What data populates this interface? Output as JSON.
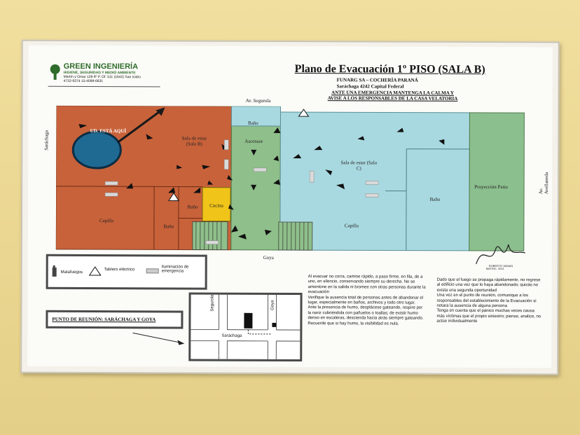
{
  "header": {
    "company": "GREEN INGENIERÍA",
    "company_sub": "HIGIENE, SEGURIDAD Y MEDIO AMBIENTE",
    "company_addr": "Martín y Omar 129  8º P. Of. 511  (1642) San Isidro",
    "company_phone": "4732-9374        15-4099-6631",
    "title": "Plano de Evacuación 1º PISO (SALA B)",
    "subtitle1": "FUNARG SA – COCHERÍA PARANÁ",
    "subtitle2": "Saráchaga 4242        Capital Federal",
    "warning1": "ANTE UNA EMERGENCIA MANTENGA LA CALMA Y",
    "warning2": "AVISE A LOS RESPONSABLES DE LA CASA VELATORIA"
  },
  "map": {
    "street_top": "Av. Segurola",
    "street_left": "Saráchaga",
    "street_right": "Av. Avellaneda",
    "street_bottom": "Goya",
    "you_are_here": "UD. ESTÁ AQUÍ",
    "rooms": {
      "sala_b": "Sala de estar (Sala B)",
      "capilla_left": "Capilla",
      "bano1": "Baño",
      "bano2": "Baño",
      "cocina": "Cocina",
      "bano_top": "Baño",
      "ascensor": "Ascensor",
      "sala_c": "Sala de estar (Sala C)",
      "capilla_right": "Capilla",
      "bano_right": "Baño",
      "proyeccion": "Proyección Patio"
    },
    "colors": {
      "orange": "#c8623a",
      "green": "#8fbf8a",
      "blue": "#a9d9e0",
      "yellow": "#f0c419",
      "patio": "#8cbf8e"
    }
  },
  "legend": {
    "matafuegos": "Matafuegos",
    "tablero": "Tablero eléctrico",
    "iluminacion": "Iluminación de emergencia"
  },
  "meeting": {
    "label": "PUNTO DE REUNIÓN: SARÁCHAGA Y GOYA",
    "street_segurola": "Segurola",
    "street_goya": "Goya",
    "street_sarachaga": "Saráchaga"
  },
  "instructions_left": [
    "Al evacuar no corra, camine rápido, a paso firme, en fila, de a uno, en silencio, conservando siempre su derecha. No se amontone en la salida ni bromee con otras personas durante la evacuación",
    "Verifique la ausencia total de personas antes de abandonar el lugar, especialmente en baños, archivos y todo otro lugar.",
    "Ante la presencia de humo, desplácese gateando, respire por la nariz cubriéndola con pañuelos o toallas; de existir humo denso en escaleras, descienda hacia atrás siempre gateando. Recuerde que si hay humo, la visibilidad es nula."
  ],
  "instructions_right": [
    "Dado que el fuego se propaga rápidamente, no regrese al edificio una vez que lo haya abandonado; quizás no exista una segunda oportunidad",
    "Una vez en el punto de reunión, comunique a los responsables del establecimiento de la Evacuación si notara la ausencia de alguna persona",
    "Tenga en cuenta que el pánico muchas veces causa más víctimas que el propio siniestro; piense, analice, no actúe individualmente"
  ],
  "stamp": "ROBERTO WIMAN HIGIENE Y SEGURIDAD MATRIC. 2041"
}
